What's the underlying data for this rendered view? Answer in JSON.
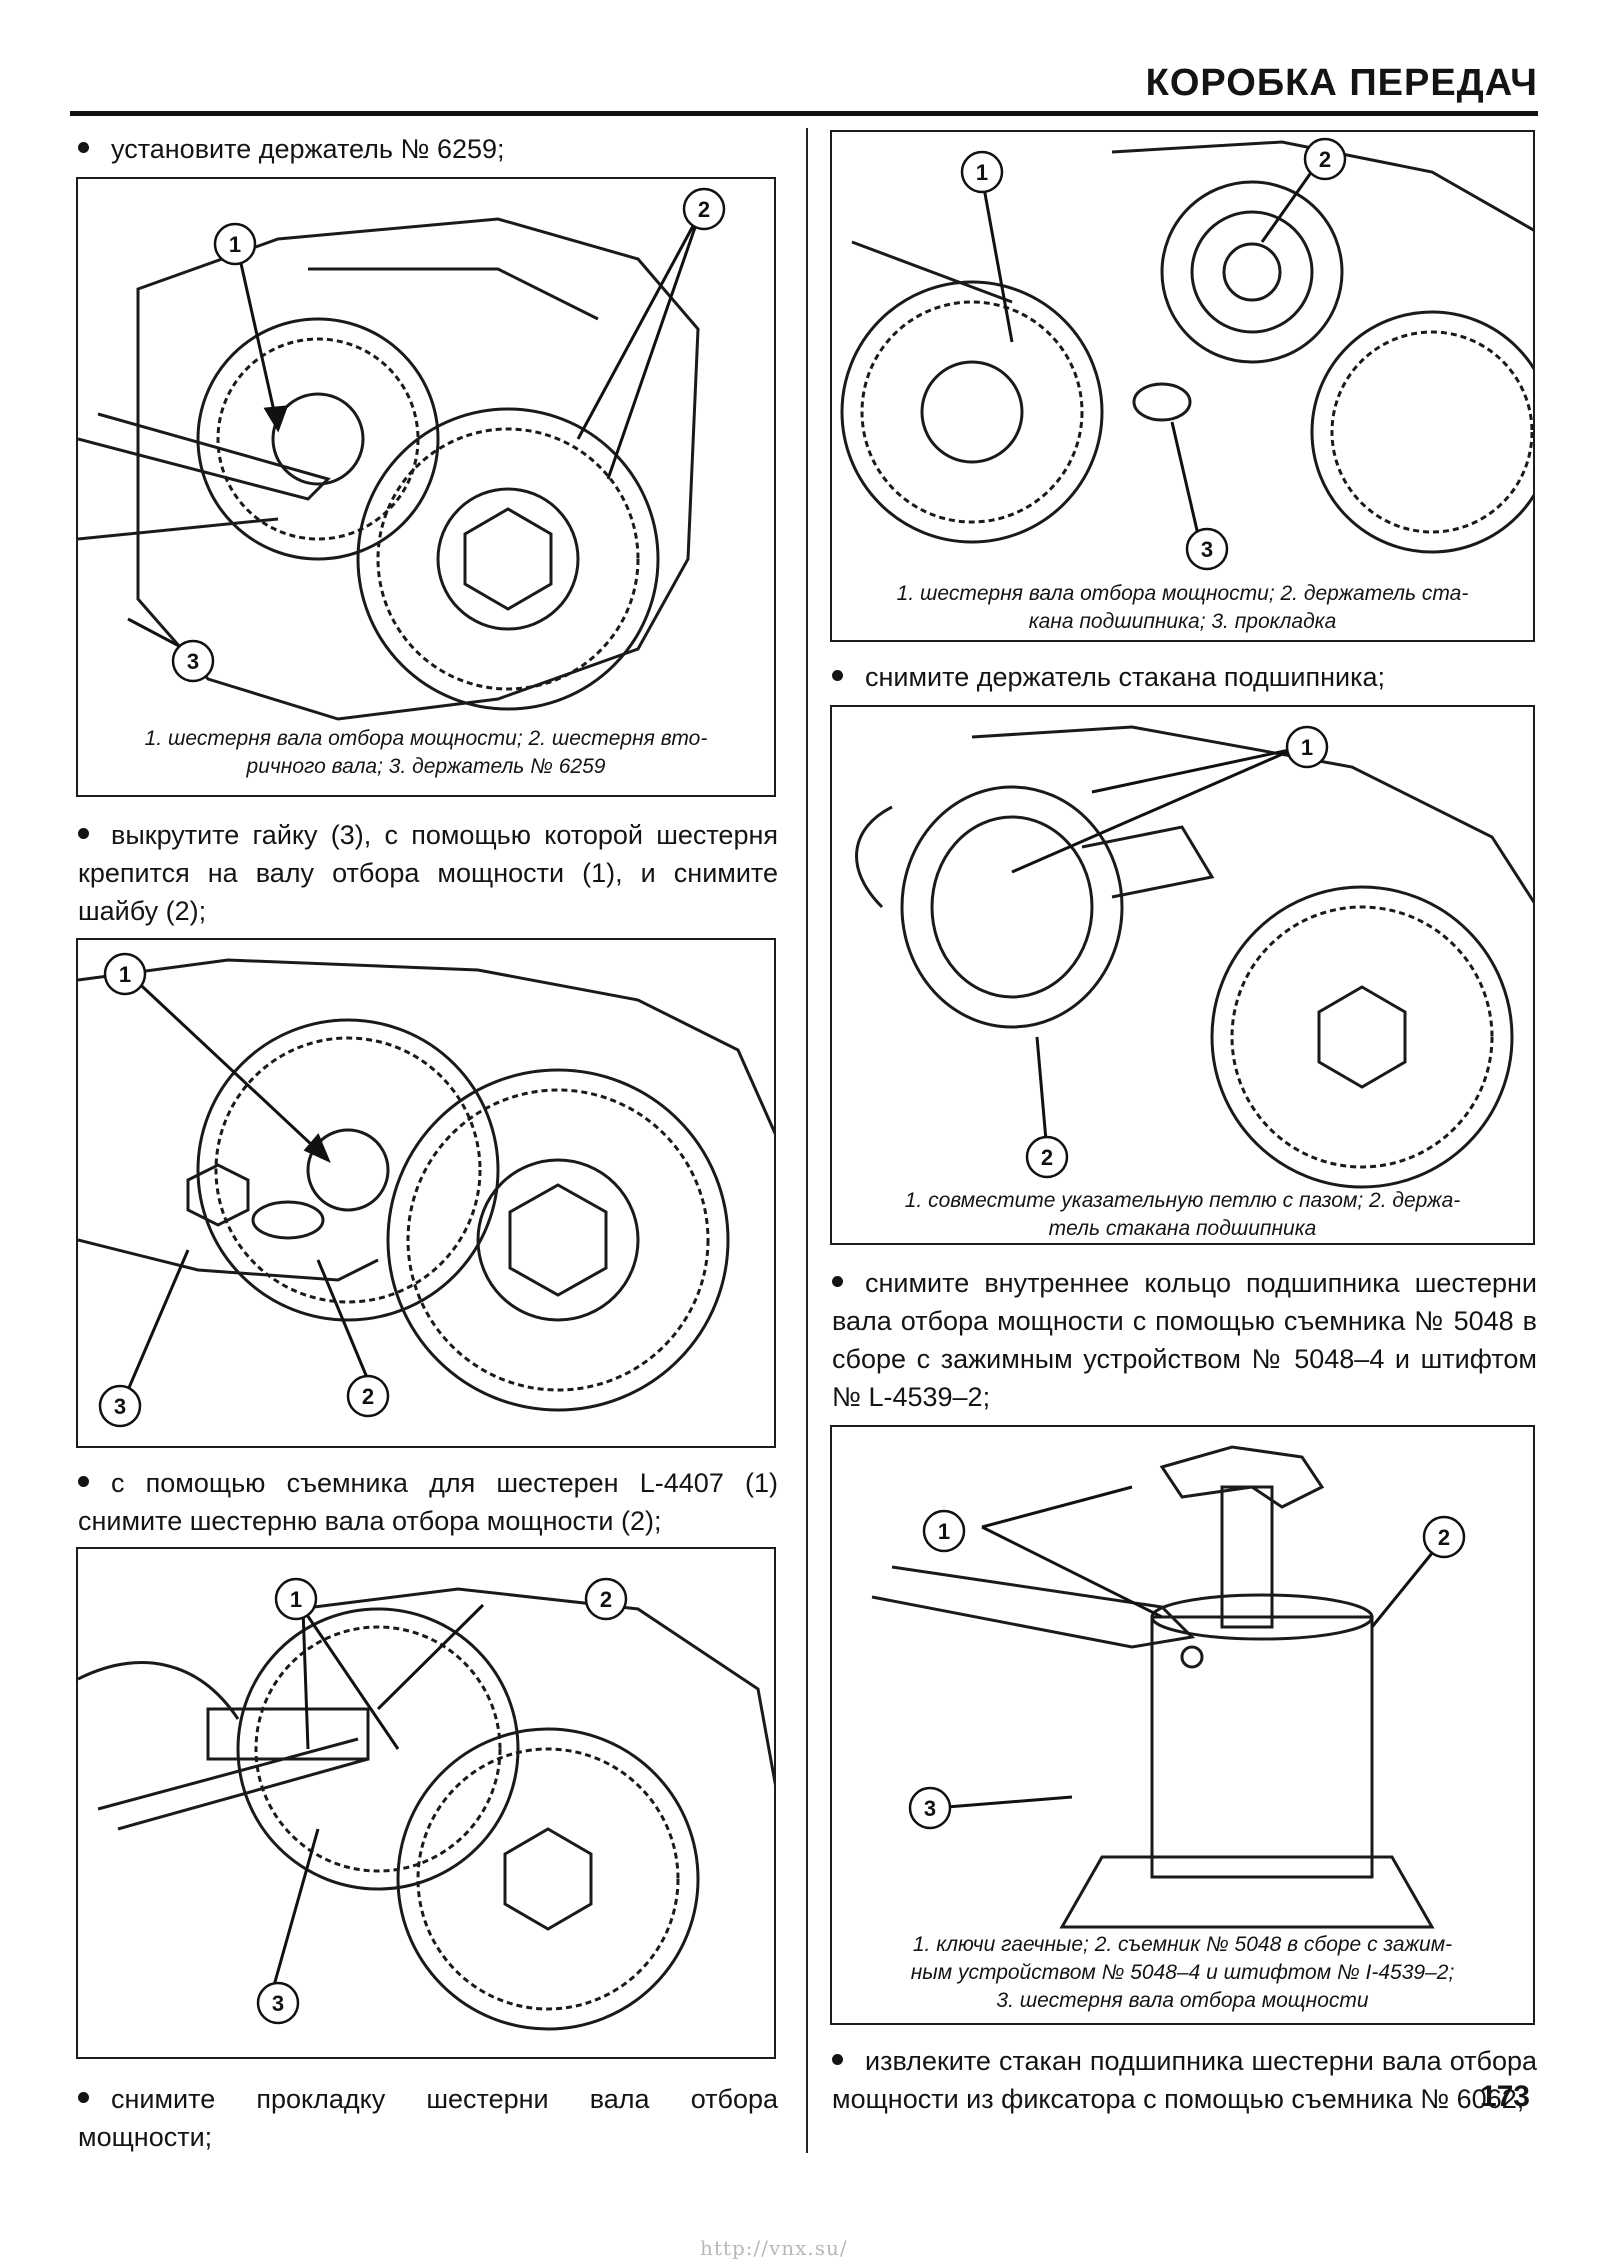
{
  "header": {
    "section_title": "КОРОБКА ПЕРЕДАЧ"
  },
  "page_number": "173",
  "footer": {
    "url": "http://vnx.su/"
  },
  "left_column": {
    "step1": "установите держатель № 6259;",
    "figure1": {
      "callouts": [
        "1",
        "2",
        "3"
      ],
      "caption_line1": "1. шестерня вала отбора мощности; 2. шестерня вто-",
      "caption_line2": "ричного вала; 3. держатель № 6259"
    },
    "step2": "выкрутите гайку (3), с помощью которой шестерня крепится на валу отбора мощности (1), и снимите шайбу (2);",
    "figure2": {
      "callouts": [
        "1",
        "2",
        "3"
      ]
    },
    "step3": "с помощью съемника для шестерен L-4407 (1) снимите шестерню вала отбора мощности (2);",
    "figure3": {
      "callouts": [
        "1",
        "2",
        "3"
      ]
    },
    "step4": "снимите прокладку шестерни вала отбора мощности;"
  },
  "right_column": {
    "figure4": {
      "callouts": [
        "1",
        "2",
        "3"
      ],
      "caption_line1": "1. шестерня вала отбора мощности; 2. держатель ста-",
      "caption_line2": "кана подшипника; 3. прокладка"
    },
    "step5": "снимите держатель стакана подшипника;",
    "figure5": {
      "callouts": [
        "1",
        "2"
      ],
      "caption_line1": "1. совместите указательную петлю с пазом; 2. держа-",
      "caption_line2": "тель стакана подшипника"
    },
    "step6": "снимите внутреннее кольцо подшипника шестерни вала отбора мощности с помощью съемника № 5048 в сборе с зажимным устройством № 5048–4 и штифтом № L-4539–2;",
    "figure6": {
      "callouts": [
        "1",
        "2",
        "3"
      ],
      "caption_line1": "1. ключи гаечные; 2. съемник № 5048 в сборе с зажим-",
      "caption_line2": "ным устройством № 5048–4 и штифтом № І-4539–2;",
      "caption_line3": "3. шестерня вала отбора мощности"
    },
    "step7": "извлеките стакан подшипника шестерни вала отбора мощности из фиксатора с помощью съемника № 6062;"
  }
}
